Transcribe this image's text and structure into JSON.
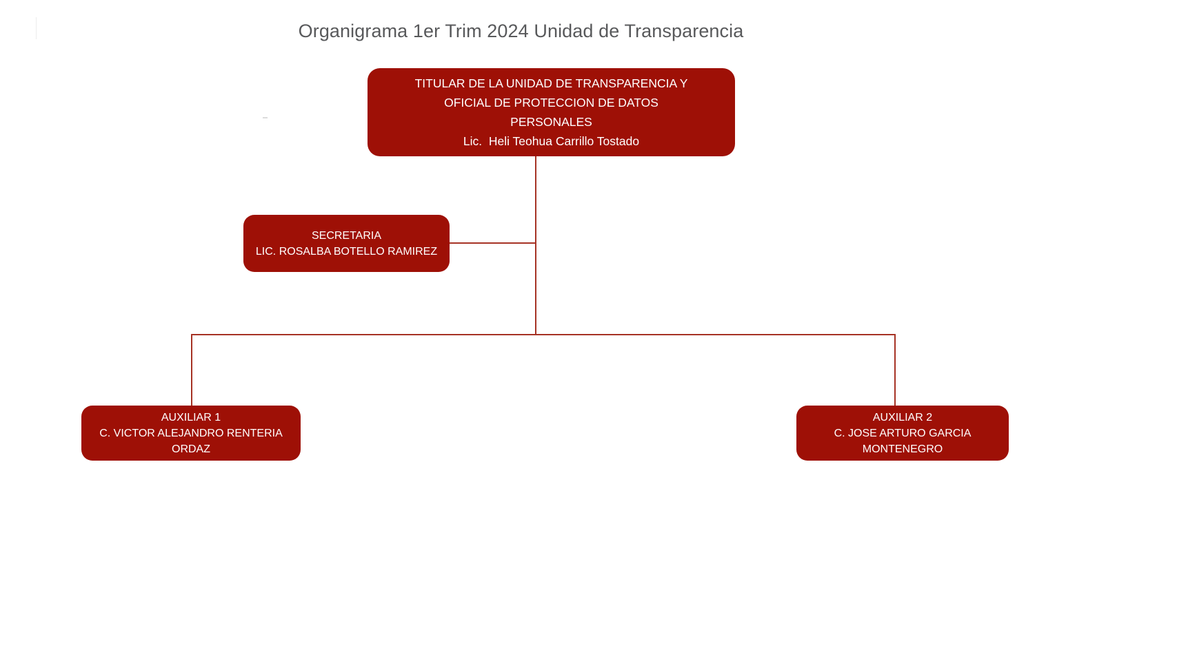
{
  "title": "Organigrama 1er Trim 2024 Unidad de Transparencia",
  "colors": {
    "box_fill": "#9E1006",
    "box_text": "#FFFFFF",
    "connector": "#A63224",
    "title_text": "#58595B",
    "background": "#FFFFFF"
  },
  "chart_data": {
    "type": "diagram",
    "diagram_type": "organizational-chart",
    "title": "Organigrama 1er Trim 2024 Unidad de Transparencia",
    "nodes": [
      {
        "id": "titular",
        "level": 0,
        "lines": [
          "TITULAR DE LA UNIDAD DE TRANSPARENCIA Y",
          "OFICIAL DE PROTECCION DE DATOS",
          "PERSONALES",
          "Lic.  Heli Teohua Carrillo Tostado"
        ]
      },
      {
        "id": "secretaria",
        "level": 1,
        "lines": [
          "SECRETARIA",
          "LIC. ROSALBA BOTELLO RAMIREZ"
        ]
      },
      {
        "id": "auxiliar-1",
        "level": 2,
        "lines": [
          "AUXILIAR 1",
          "C. VICTOR ALEJANDRO RENTERIA",
          "ORDAZ"
        ]
      },
      {
        "id": "auxiliar-2",
        "level": 2,
        "lines": [
          "AUXILIAR 2",
          "C. JOSE ARTURO GARCIA",
          "MONTENEGRO"
        ]
      }
    ],
    "edges": [
      {
        "from": "titular",
        "to": "secretaria",
        "style": "staff"
      },
      {
        "from": "titular",
        "to": "auxiliar-1",
        "style": "line"
      },
      {
        "from": "titular",
        "to": "auxiliar-2",
        "style": "line"
      }
    ]
  },
  "boxes": {
    "titular": {
      "line1": "TITULAR DE LA UNIDAD DE TRANSPARENCIA Y",
      "line2": "OFICIAL DE PROTECCION DE DATOS",
      "line3": "PERSONALES",
      "line4": "Lic.  Heli Teohua Carrillo Tostado"
    },
    "secretaria": {
      "line1": "SECRETARIA",
      "line2": "LIC. ROSALBA BOTELLO RAMIREZ"
    },
    "auxiliar1": {
      "line1": "AUXILIAR 1",
      "line2": "C. VICTOR ALEJANDRO RENTERIA",
      "line3": "ORDAZ"
    },
    "auxiliar2": {
      "line1": "AUXILIAR 2",
      "line2": "C. JOSE ARTURO GARCIA",
      "line3": "MONTENEGRO"
    }
  }
}
